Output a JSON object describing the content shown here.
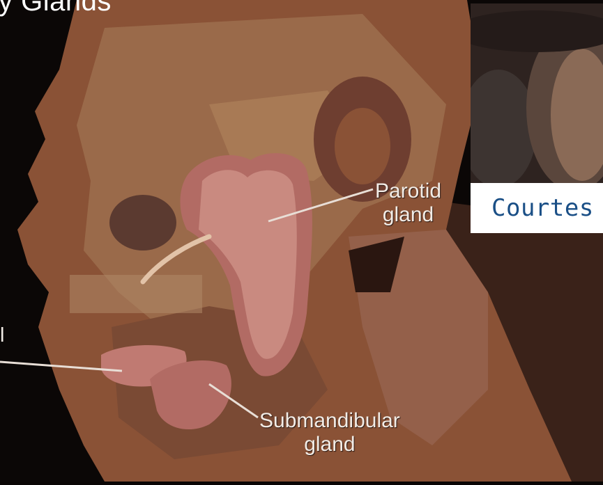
{
  "figure": {
    "title_partial": "y Glands",
    "left_cut_label": "l",
    "labels": {
      "parotid": "Parotid\ngland",
      "submandibular": "Submandibular\ngland"
    }
  },
  "inset": {
    "caption_partial": "Courtes"
  }
}
